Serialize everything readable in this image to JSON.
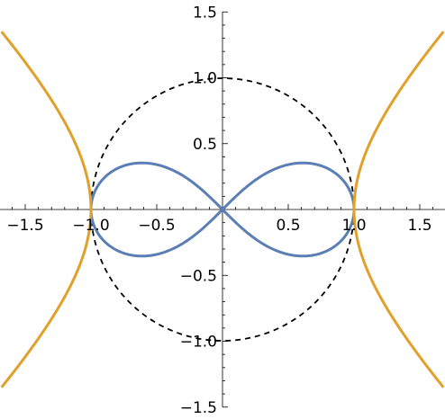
{
  "chart_data": {
    "type": "line",
    "title": "",
    "xlabel": "",
    "ylabel": "",
    "xlim": [
      -1.68,
      1.68
    ],
    "ylim": [
      -1.5,
      1.5
    ],
    "grid": false,
    "legend": "none",
    "x_ticks": [
      {
        "value": -1.5,
        "label": "−1.5"
      },
      {
        "value": -1.0,
        "label": "−1.0"
      },
      {
        "value": -0.5,
        "label": "−0.5"
      },
      {
        "value": 0.5,
        "label": "0.5"
      },
      {
        "value": 1.0,
        "label": "1.0"
      },
      {
        "value": 1.5,
        "label": "1.5"
      }
    ],
    "y_ticks": [
      {
        "value": -1.5,
        "label": "−1.5"
      },
      {
        "value": -1.0,
        "label": "−1.0"
      },
      {
        "value": -0.5,
        "label": "−0.5"
      },
      {
        "value": 0.5,
        "label": "0.5"
      },
      {
        "value": 1.0,
        "label": "1.0"
      },
      {
        "value": 1.5,
        "label": "1.5"
      }
    ],
    "series": [
      {
        "curve": "circle",
        "equation": "x^2 + y^2 = 1",
        "style": "dashed",
        "color": "#000000",
        "points": [
          [
            1,
            0
          ],
          [
            0.707,
            0.707
          ],
          [
            0,
            1
          ],
          [
            -0.707,
            0.707
          ],
          [
            -1,
            0
          ],
          [
            -0.707,
            -0.707
          ],
          [
            0,
            -1
          ],
          [
            0.707,
            -0.707
          ]
        ]
      },
      {
        "curve": "lemniscate",
        "equation": "(x^2 + y^2)^2 = x^2 - y^2",
        "style": "solid",
        "color": "#5b7fb5",
        "points": [
          [
            1,
            0
          ],
          [
            0.9,
            0.244
          ],
          [
            0.8,
            0.318
          ],
          [
            0.612,
            0.354
          ],
          [
            0.4,
            0.29
          ],
          [
            0.2,
            0.166
          ],
          [
            0,
            0
          ],
          [
            -0.2,
            -0.166
          ],
          [
            -0.4,
            -0.29
          ],
          [
            -0.612,
            -0.354
          ],
          [
            -0.8,
            -0.318
          ],
          [
            -0.9,
            -0.244
          ],
          [
            -1,
            0
          ]
        ]
      },
      {
        "curve": "hyperbola",
        "equation": "x^2 - y^2 = 1",
        "style": "solid",
        "color": "#e0a02a",
        "points": [
          [
            1,
            0
          ],
          [
            1.05,
            0.32
          ],
          [
            1.2,
            0.663
          ],
          [
            1.4,
            0.98
          ],
          [
            1.68,
            1.35
          ],
          [
            -1.05,
            0.32
          ],
          [
            -1.2,
            0.663
          ],
          [
            -1.4,
            0.98
          ],
          [
            -1.68,
            1.35
          ],
          [
            1.2,
            -0.663
          ],
          [
            -1.2,
            -0.663
          ]
        ]
      }
    ]
  }
}
